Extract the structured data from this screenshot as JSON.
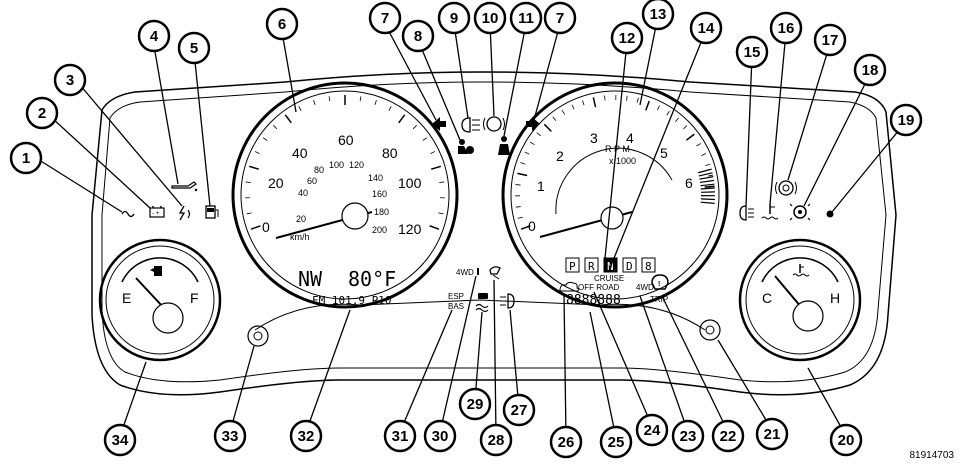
{
  "figure_id": "81914703",
  "callouts": [
    "1",
    "2",
    "3",
    "4",
    "5",
    "6",
    "7",
    "8",
    "9",
    "10",
    "11",
    "7",
    "12",
    "13",
    "14",
    "15",
    "16",
    "17",
    "18",
    "19",
    "20",
    "21",
    "22",
    "23",
    "24",
    "25",
    "26",
    "27",
    "28",
    "29",
    "30",
    "31",
    "32",
    "33",
    "34"
  ],
  "speedometer": {
    "mph_ticks": [
      "0",
      "20",
      "40",
      "60",
      "80",
      "100",
      "120"
    ],
    "kmh_ticks": [
      "20",
      "40",
      "60",
      "80",
      "100",
      "120",
      "140",
      "160",
      "180",
      "200"
    ],
    "kmh_unit": "km/h"
  },
  "tachometer": {
    "ticks": [
      "0",
      "1",
      "2",
      "3",
      "4",
      "5",
      "6"
    ],
    "rpm_label": "R P M",
    "rpm_multiplier": "x 1000"
  },
  "fuel_gauge": {
    "empty": "E",
    "full": "F"
  },
  "temp_gauge": {
    "cold": "C",
    "hot": "H"
  },
  "display": {
    "compass": "NW",
    "temperature": "80°F",
    "radio": "FM 101.9 P10",
    "gears": [
      "P",
      "R",
      "N",
      "D",
      "8"
    ],
    "cruise": "CRUISE",
    "off_road": "OFF ROAD",
    "four_wd_center": "4WD",
    "odometer": "8888888",
    "trip": "TRIP",
    "four_wd_left": "4WD",
    "esp": "ESP",
    "bas": "BAS"
  }
}
